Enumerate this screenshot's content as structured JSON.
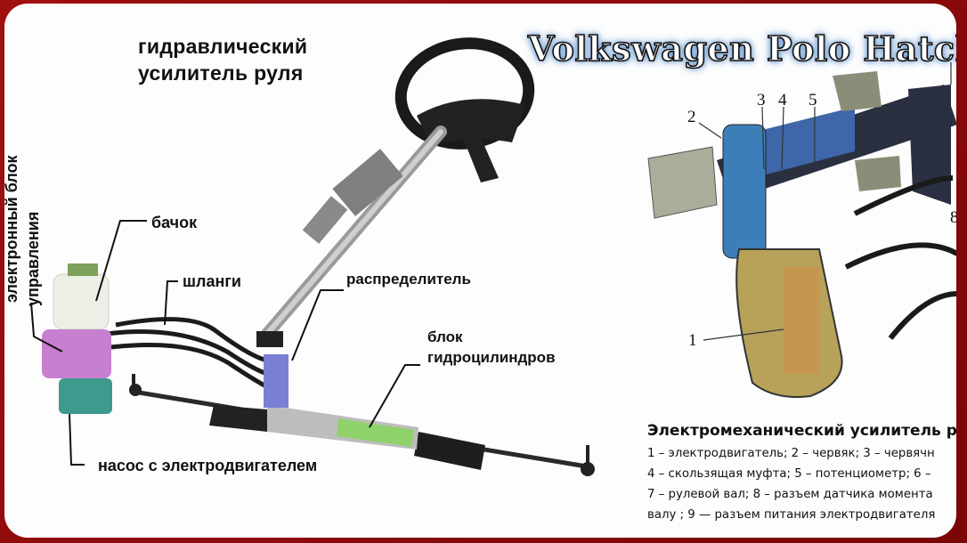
{
  "banner": {
    "title": "Volkswagen Polo Hatchback V"
  },
  "left_diagram": {
    "title_line1": "гидравлический",
    "title_line2": "усилитель руля",
    "labels": {
      "ecu_line1": "электронный блок",
      "ecu_line2": "управления",
      "reservoir": "бачок",
      "hoses": "шланги",
      "distributor": "распределитель",
      "cylinder_line1": "блок",
      "cylinder_line2": "гидроцилиндров",
      "pump": "насос с электродвигателем"
    }
  },
  "right_diagram": {
    "callouts": [
      "1",
      "2",
      "3",
      "4",
      "5",
      "8"
    ],
    "caption": {
      "title": "Электромеханический усилитель р",
      "lines": [
        "1 – электродвигатель; 2 – червяк; 3 – червячн",
        "4 – скользящая муфта; 5 – потенциометр; 6 –",
        "7 – рулевой вал; 8 – разъем датчика момента",
        "валу ; 9 — разъем питания электродвигателя"
      ]
    }
  },
  "colors": {
    "frame": "#8e0a0a",
    "ecu": "#c77fd0",
    "pump": "#3e9a8c",
    "distributor": "#7b7fd4",
    "cylinder": "#8fd16a",
    "motor": "#b8a25a"
  }
}
